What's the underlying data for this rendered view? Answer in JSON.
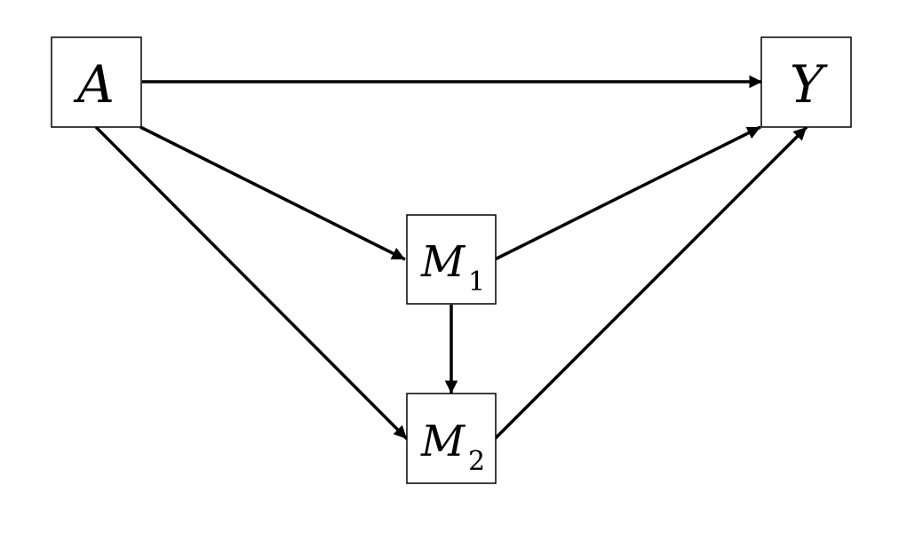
{
  "diagram": {
    "nodes": {
      "A": {
        "label": "A"
      },
      "Y": {
        "label": "Y"
      },
      "M1": {
        "label": "M",
        "subscript": "1"
      },
      "M2": {
        "label": "M",
        "subscript": "2"
      }
    },
    "edges": [
      {
        "from": "A",
        "to": "Y"
      },
      {
        "from": "A",
        "to": "M1"
      },
      {
        "from": "A",
        "to": "M2"
      },
      {
        "from": "M1",
        "to": "Y"
      },
      {
        "from": "M1",
        "to": "M2"
      },
      {
        "from": "M2",
        "to": "Y"
      }
    ],
    "colors": {
      "stroke": "#000000",
      "background": "#ffffff"
    }
  }
}
